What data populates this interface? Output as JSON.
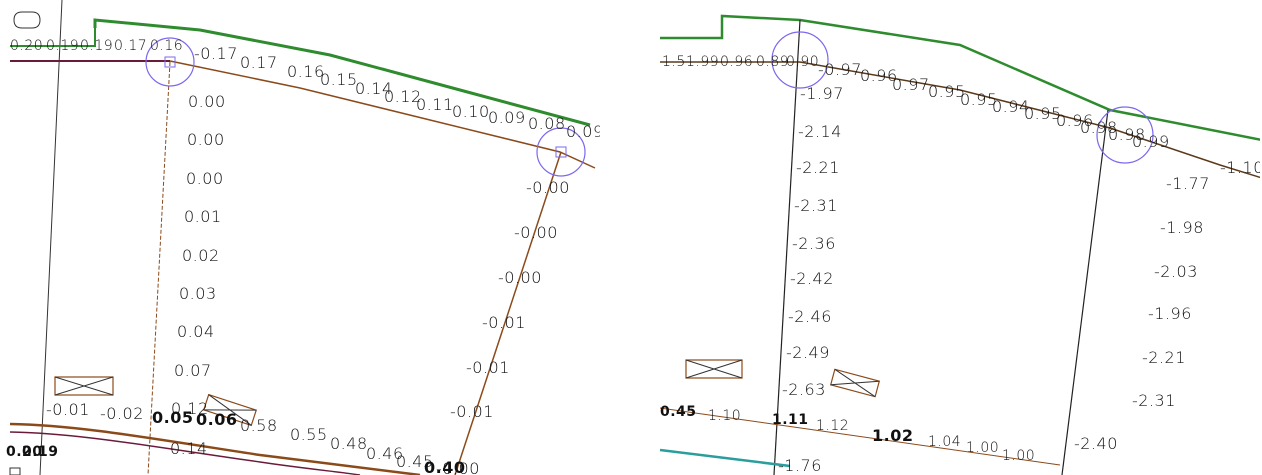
{
  "left": {
    "top_row": [
      "0.20",
      "0.19",
      "0.19",
      "0.17",
      "0.16",
      "-0.17",
      "0.17",
      "0.16",
      "0.15",
      "0.14",
      "0.12",
      "0.11",
      "0.10",
      "0.09",
      "0.08",
      "0.09"
    ],
    "left_column": [
      "0.00",
      "0.00",
      "0.00",
      "0.01",
      "0.02",
      "0.03",
      "0.04",
      "0.07",
      "0.12",
      "0.14"
    ],
    "right_column": [
      "-0.00",
      "-0.00",
      "-0.00",
      "-0.01",
      "-0.01",
      "-0.01",
      "-0.00"
    ],
    "bottom_row": [
      "-0.01",
      "-0.02",
      "0.05",
      "0.06",
      "0.58",
      "0.55",
      "0.48",
      "0.46",
      "0.45",
      "0.40"
    ],
    "corner_labels": [
      "0.20",
      "0.19"
    ]
  },
  "right": {
    "top_row": [
      "1.5",
      "1.99",
      "0.96",
      "0.89",
      "0.90",
      "-0.97",
      "0.96",
      "0.97",
      "0.95",
      "0.95",
      "0.94",
      "0.95",
      "0.96",
      "0.98",
      "0.98",
      "0.99"
    ],
    "edge_label": "-1.10",
    "left_column": [
      "-1.97",
      "-2.14",
      "-2.21",
      "-2.31",
      "-2.36",
      "-2.42",
      "-2.46",
      "-2.49",
      "-2.63",
      "-1.76"
    ],
    "right_column": [
      "-1.77",
      "-1.98",
      "-2.03",
      "-1.96",
      "-2.21",
      "-2.31",
      "-2.40"
    ],
    "bottom_row": [
      "0.45",
      "1.10",
      "1.11",
      "1.12",
      "1.02",
      "1.04",
      "1.00",
      "1.00"
    ]
  }
}
